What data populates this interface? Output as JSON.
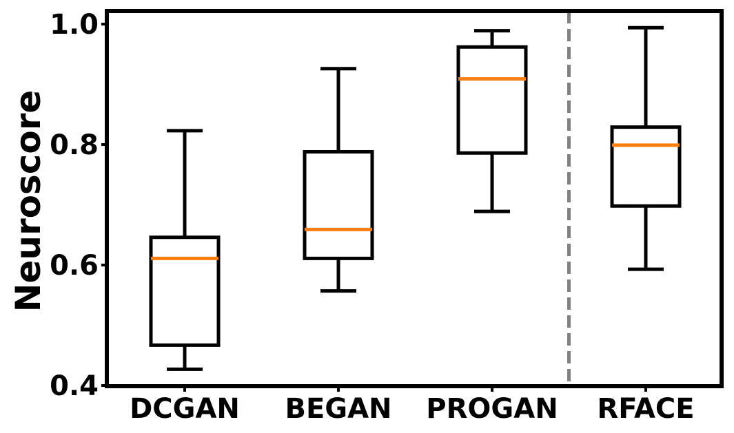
{
  "chart_data": {
    "type": "box",
    "title": "",
    "xlabel": "",
    "ylabel": "Neuroscore",
    "ylim": [
      0.4,
      1.0
    ],
    "yticks": [
      "0.4",
      "0.6",
      "0.8",
      "1.0"
    ],
    "grid": false,
    "categories": [
      "DCGAN",
      "BEGAN",
      "PROGAN",
      "RFACE"
    ],
    "boxes": [
      {
        "label": "DCGAN",
        "whisker_low": 0.427,
        "q1": 0.467,
        "median": 0.611,
        "q3": 0.646,
        "whisker_high": 0.823
      },
      {
        "label": "BEGAN",
        "whisker_low": 0.557,
        "q1": 0.611,
        "median": 0.659,
        "q3": 0.788,
        "whisker_high": 0.926
      },
      {
        "label": "PROGAN",
        "whisker_low": 0.689,
        "q1": 0.786,
        "median": 0.909,
        "q3": 0.962,
        "whisker_high": 0.989
      },
      {
        "label": "RFACE",
        "whisker_low": 0.593,
        "q1": 0.698,
        "median": 0.799,
        "q3": 0.829,
        "whisker_high": 0.994
      }
    ],
    "separator": {
      "between": [
        "PROGAN",
        "RFACE"
      ],
      "style": "dashed",
      "color": "#808080"
    },
    "colors": {
      "box": "#000000",
      "median": "#ff7f0e",
      "separator": "#808080"
    }
  }
}
